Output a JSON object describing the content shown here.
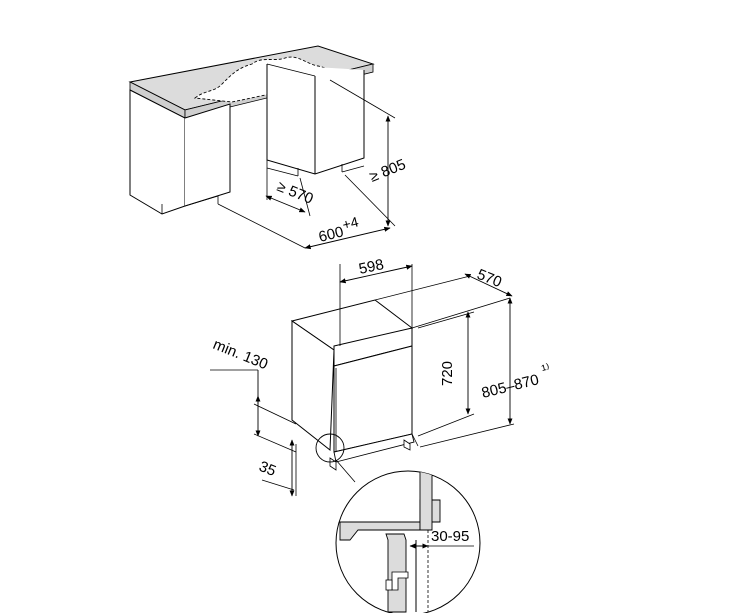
{
  "niche": {
    "label_depth": "≥ 570",
    "label_height": "≥ 805",
    "label_width": "600",
    "label_width_tol": "+4"
  },
  "appliance": {
    "label_width": "598",
    "label_depth": "570",
    "label_panel_height": "720",
    "label_total_height": "805–870",
    "label_total_height_note": "¹⁾",
    "label_min": "min. 130",
    "label_plinth": "35"
  },
  "detail": {
    "label_offset": "30-95"
  }
}
